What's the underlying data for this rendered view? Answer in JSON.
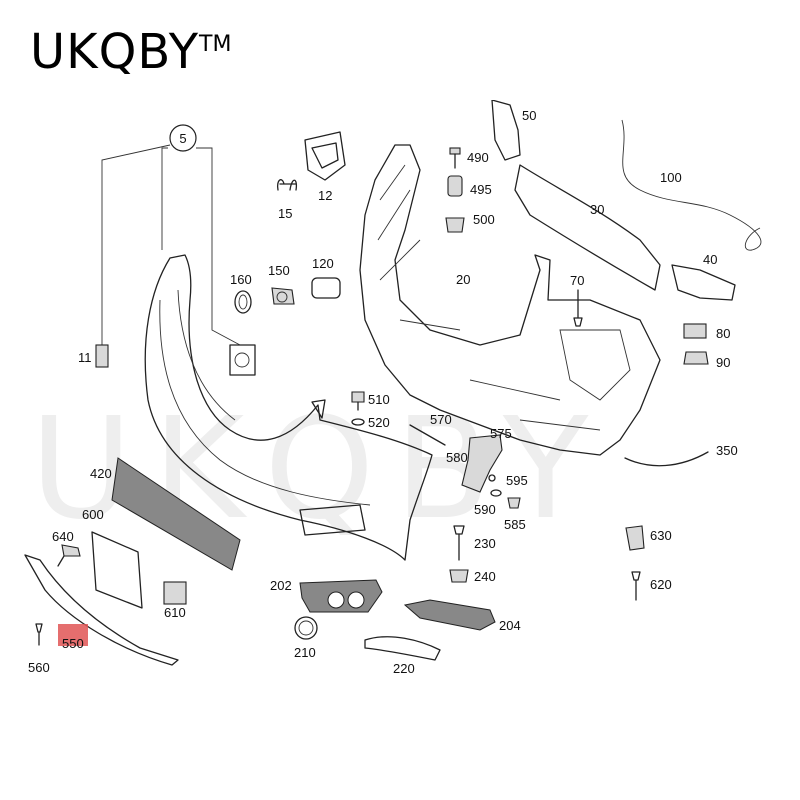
{
  "brand": {
    "name": "UKQBY",
    "mark": "TM"
  },
  "watermark": "UKQBY",
  "callout": "5",
  "labels": {
    "p11": "11",
    "p12": "12",
    "p15": "15",
    "p20": "20",
    "p30": "30",
    "p40": "40",
    "p50": "50",
    "p70": "70",
    "p80": "80",
    "p90": "90",
    "p100": "100",
    "p120": "120",
    "p150": "150",
    "p160": "160",
    "p202": "202",
    "p204": "204",
    "p210": "210",
    "p220": "220",
    "p230": "230",
    "p240": "240",
    "p350": "350",
    "p420": "420",
    "p490": "490",
    "p495": "495",
    "p500": "500",
    "p510": "510",
    "p520": "520",
    "p550": "550",
    "p560": "560",
    "p570": "570",
    "p575": "575",
    "p580": "580",
    "p585": "585",
    "p590": "590",
    "p595": "595",
    "p600": "600",
    "p610": "610",
    "p620": "620",
    "p630": "630",
    "p640": "640"
  },
  "colors": {
    "highlight": "#e05555",
    "line": "#222222",
    "watermark": "#eeeeee"
  }
}
